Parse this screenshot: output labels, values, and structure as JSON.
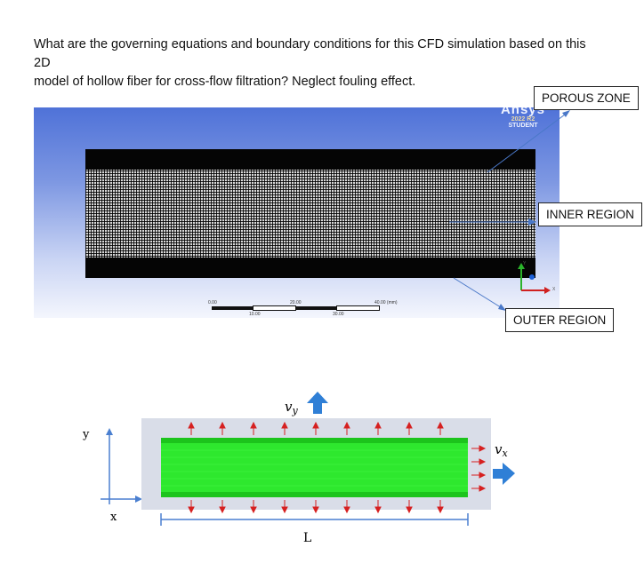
{
  "question": {
    "line1": "What are the governing equations and boundary conditions for this CFD simulation based on this 2D",
    "line2": "model of hollow fiber for cross-flow filtration? Neglect fouling effect."
  },
  "cfd_view": {
    "watermark_brand": "Ansys",
    "watermark_version": "2022 R2",
    "watermark_edition": "STUDENT",
    "scale_top_ticks": [
      "0.00",
      "20.00",
      "40.00 (mm)"
    ],
    "scale_bottom_ticks": [
      "10.00",
      "30.00"
    ],
    "axis_y": "Y",
    "axis_x": "X"
  },
  "callouts": {
    "porous_zone": "POROUS ZONE",
    "inner_region": "INNER REGION",
    "outer_region": "OUTER REGION"
  },
  "sketch": {
    "axis_y": "y",
    "axis_x": "x",
    "vy_base": "v",
    "vy_sub": "y",
    "vx_base": "v",
    "vx_sub": "x",
    "length_label": "L"
  },
  "colors": {
    "background_top": "#4f72d8",
    "mesh_band": "#050505",
    "permeate_arrow": "#d62020",
    "fiber_fill": "#2ee82e",
    "flow_arrow": "#2f7fd6",
    "axis_blue": "#4a7fd0"
  }
}
